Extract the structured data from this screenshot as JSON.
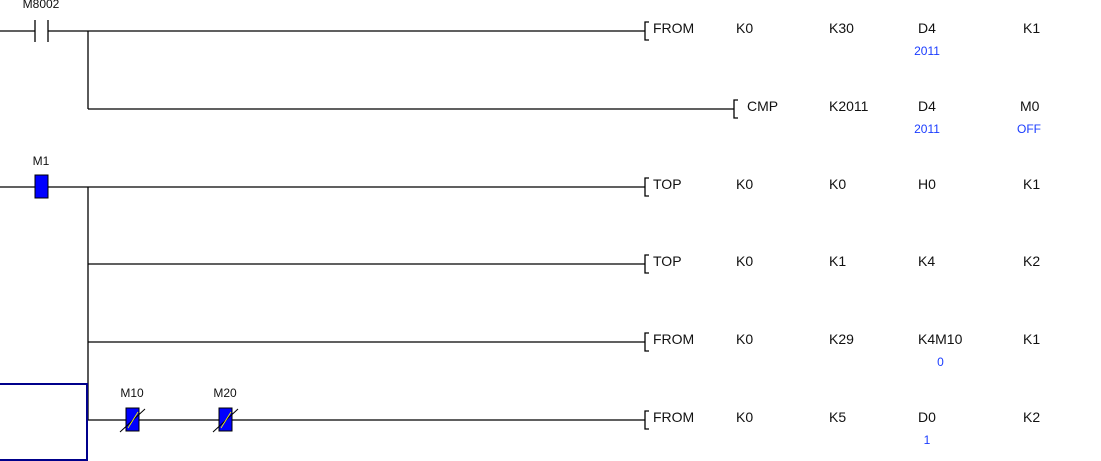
{
  "contacts": [
    {
      "label": "M8002",
      "type": "normally-open"
    },
    {
      "label": "M1",
      "type": "normally-open-active"
    },
    {
      "label": "M10",
      "type": "normally-closed-active"
    },
    {
      "label": "M20",
      "type": "normally-closed-active"
    }
  ],
  "instructions": [
    {
      "op": "FROM",
      "args": [
        "K0",
        "K30",
        "D4",
        "K1"
      ],
      "values": [
        "",
        "",
        "2011",
        ""
      ]
    },
    {
      "op": "CMP",
      "args": [
        "K2011",
        "D4",
        "M0"
      ],
      "values": [
        "",
        "2011",
        "OFF"
      ]
    },
    {
      "op": "TOP",
      "args": [
        "K0",
        "K0",
        "H0",
        "K1"
      ],
      "values": [
        "",
        "",
        "",
        ""
      ]
    },
    {
      "op": "TOP",
      "args": [
        "K0",
        "K1",
        "K4",
        "K2"
      ],
      "values": [
        "",
        "",
        "",
        ""
      ]
    },
    {
      "op": "FROM",
      "args": [
        "K0",
        "K29",
        "K4M10",
        "K1"
      ],
      "values": [
        "",
        "",
        "0",
        ""
      ]
    },
    {
      "op": "FROM",
      "args": [
        "K0",
        "K5",
        "D0",
        "K2"
      ],
      "values": [
        "",
        "",
        "1",
        ""
      ]
    }
  ],
  "colors": {
    "active": "#0000ff",
    "value": "#1a3cff",
    "cursor": "#00008b"
  }
}
